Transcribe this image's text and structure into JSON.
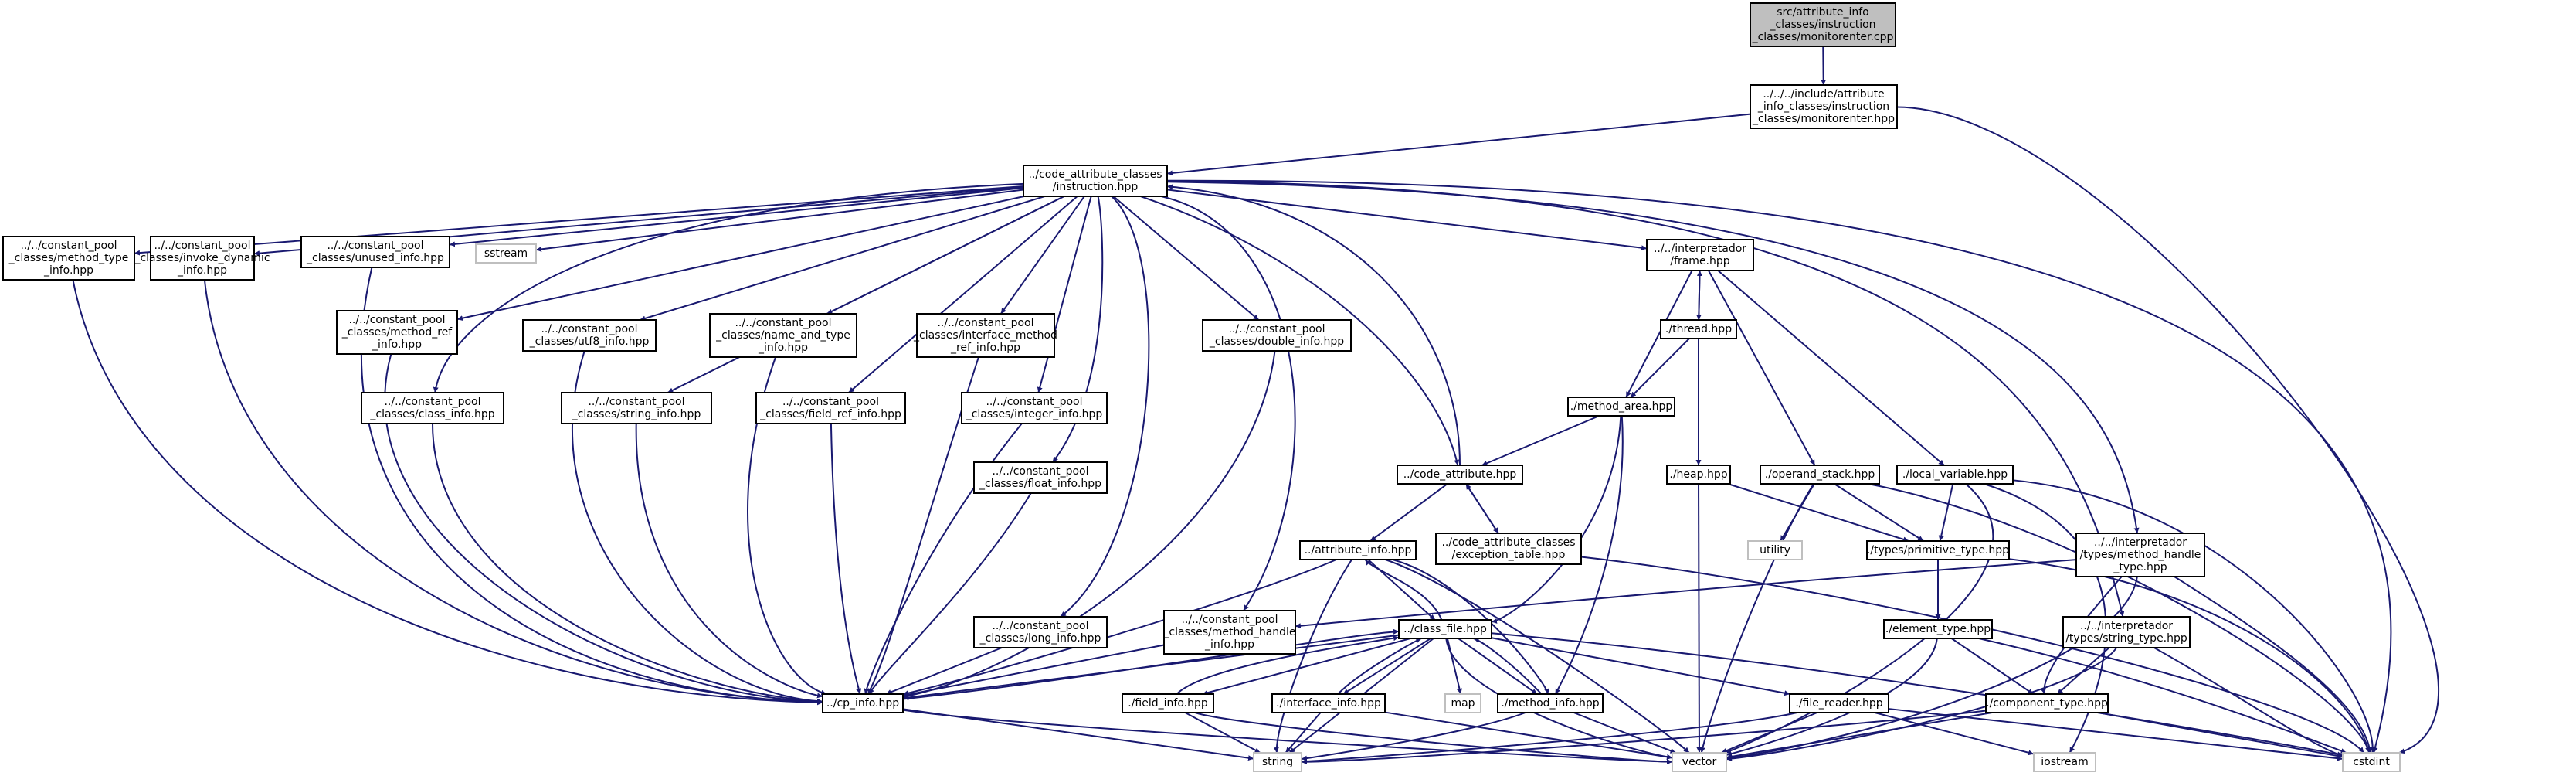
{
  "colors": {
    "edge": "#191970",
    "border": "#000000",
    "gray_border": "#bfbfbf",
    "root_fill": "#bfbfbf",
    "node_fill": "#ffffff"
  },
  "nodes": [
    {
      "id": "root",
      "lines": [
        "src/attribute_info",
        "_classes/instruction",
        "_classes/monitorenter.cpp"
      ],
      "style": "root"
    },
    {
      "id": "monitorenter_hpp",
      "lines": [
        "../../../include/attribute",
        "_info_classes/instruction",
        "_classes/monitorenter.hpp"
      ]
    },
    {
      "id": "instruction_hpp",
      "lines": [
        "../code_attribute_classes",
        "/instruction.hpp"
      ]
    },
    {
      "id": "method_type_info",
      "lines": [
        "../../constant_pool",
        "_classes/method_type",
        "_info.hpp"
      ]
    },
    {
      "id": "invoke_dynamic_info",
      "lines": [
        "../../constant_pool",
        "_classes/invoke_dynamic",
        "_info.hpp"
      ]
    },
    {
      "id": "unused_info",
      "lines": [
        "../../constant_pool",
        "_classes/unused_info.hpp"
      ]
    },
    {
      "id": "sstream",
      "lines": [
        "sstream"
      ],
      "style": "system"
    },
    {
      "id": "frame_hpp",
      "lines": [
        "../../interpretador",
        "/frame.hpp"
      ]
    },
    {
      "id": "method_ref_info",
      "lines": [
        "../../constant_pool",
        "_classes/method_ref",
        "_info.hpp"
      ]
    },
    {
      "id": "utf8_info",
      "lines": [
        "../../constant_pool",
        "_classes/utf8_info.hpp"
      ]
    },
    {
      "id": "name_and_type_info",
      "lines": [
        "../../constant_pool",
        "_classes/name_and_type",
        "_info.hpp"
      ]
    },
    {
      "id": "interface_method_ref_info",
      "lines": [
        "../../constant_pool",
        "_classes/interface_method",
        "_ref_info.hpp"
      ]
    },
    {
      "id": "double_info",
      "lines": [
        "../../constant_pool",
        "_classes/double_info.hpp"
      ]
    },
    {
      "id": "thread_hpp",
      "lines": [
        "./thread.hpp"
      ]
    },
    {
      "id": "class_info",
      "lines": [
        "../../constant_pool",
        "_classes/class_info.hpp"
      ]
    },
    {
      "id": "string_info",
      "lines": [
        "../../constant_pool",
        "_classes/string_info.hpp"
      ]
    },
    {
      "id": "field_ref_info",
      "lines": [
        "../../constant_pool",
        "_classes/field_ref_info.hpp"
      ]
    },
    {
      "id": "integer_info",
      "lines": [
        "../../constant_pool",
        "_classes/integer_info.hpp"
      ]
    },
    {
      "id": "method_area_hpp",
      "lines": [
        "./method_area.hpp"
      ]
    },
    {
      "id": "float_info",
      "lines": [
        "../../constant_pool",
        "_classes/float_info.hpp"
      ]
    },
    {
      "id": "code_attribute_hpp",
      "lines": [
        "../code_attribute.hpp"
      ]
    },
    {
      "id": "heap_hpp",
      "lines": [
        "./heap.hpp"
      ]
    },
    {
      "id": "operand_stack_hpp",
      "lines": [
        "./operand_stack.hpp"
      ]
    },
    {
      "id": "local_variable_hpp",
      "lines": [
        "./local_variable.hpp"
      ]
    },
    {
      "id": "exception_table_hpp",
      "lines": [
        "../code_attribute_classes",
        "/exception_table.hpp"
      ]
    },
    {
      "id": "utility",
      "lines": [
        "utility"
      ],
      "style": "system"
    },
    {
      "id": "primitive_type_hpp",
      "lines": [
        "./types/primitive_type.hpp"
      ]
    },
    {
      "id": "attribute_info_hpp",
      "lines": [
        "../attribute_info.hpp"
      ]
    },
    {
      "id": "method_handle_type_hpp",
      "lines": [
        "../../interpretador",
        "/types/method_handle",
        "_type.hpp"
      ]
    },
    {
      "id": "method_handle_info",
      "lines": [
        "../../constant_pool",
        "_classes/method_handle",
        "_info.hpp"
      ]
    },
    {
      "id": "long_info",
      "lines": [
        "../../constant_pool",
        "_classes/long_info.hpp"
      ]
    },
    {
      "id": "class_file_hpp",
      "lines": [
        "../class_file.hpp"
      ]
    },
    {
      "id": "element_type_hpp",
      "lines": [
        "./element_type.hpp"
      ]
    },
    {
      "id": "string_type_hpp",
      "lines": [
        "../../interpretador",
        "/types/string_type.hpp"
      ]
    },
    {
      "id": "cp_info_hpp",
      "lines": [
        "../cp_info.hpp"
      ]
    },
    {
      "id": "field_info_hpp",
      "lines": [
        "./field_info.hpp"
      ]
    },
    {
      "id": "interface_info_hpp",
      "lines": [
        "./interface_info.hpp"
      ]
    },
    {
      "id": "map",
      "lines": [
        "map"
      ],
      "style": "system"
    },
    {
      "id": "method_info_hpp",
      "lines": [
        "./method_info.hpp"
      ]
    },
    {
      "id": "file_reader_hpp",
      "lines": [
        "./file_reader.hpp"
      ]
    },
    {
      "id": "component_type_hpp",
      "lines": [
        "./component_type.hpp"
      ]
    },
    {
      "id": "iostream",
      "lines": [
        "iostream"
      ],
      "style": "system"
    },
    {
      "id": "string",
      "lines": [
        "string"
      ],
      "style": "system"
    },
    {
      "id": "vector",
      "lines": [
        "vector"
      ],
      "style": "system"
    },
    {
      "id": "cstdint",
      "lines": [
        "cstdint"
      ],
      "style": "system"
    }
  ]
}
